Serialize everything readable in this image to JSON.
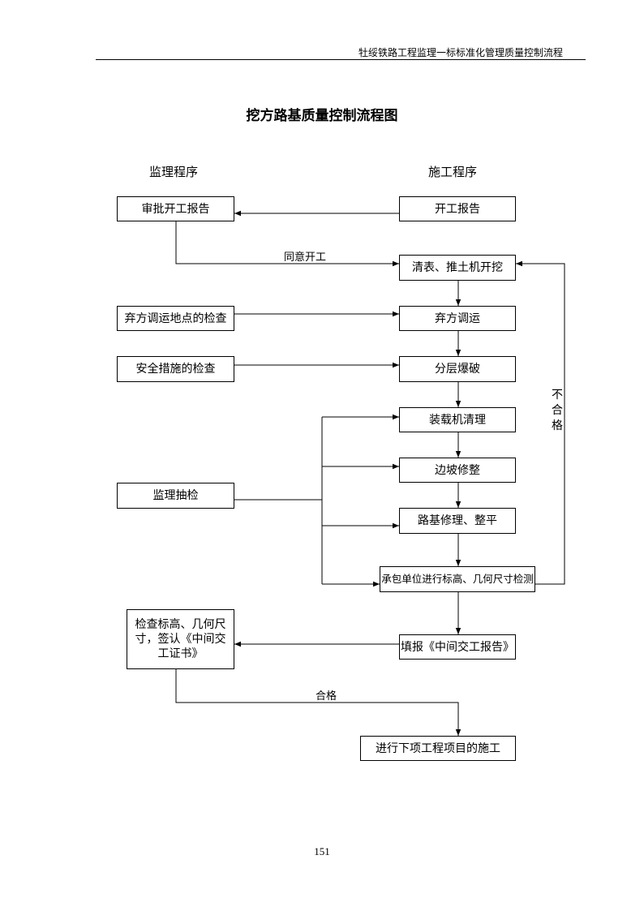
{
  "header": {
    "running_title": "牡绥铁路工程监理一标标准化管理质量控制流程"
  },
  "title": "挖方路基质量控制流程图",
  "columns": {
    "supervision": "监理程序",
    "construction": "施工程序"
  },
  "supervision_boxes": {
    "approve_report": "审批开工报告",
    "spoil_check": "弃方调运地点的检查",
    "safety_check": "安全措施的检查",
    "sampling": "监理抽检",
    "verify_cert": "检查标高、几何尺寸，签认《中间交工证书》"
  },
  "construction_boxes": {
    "start_report": "开工报告",
    "clear_excavate": "清表、推土机开挖",
    "spoil_transport": "弃方调运",
    "blasting": "分层爆破",
    "loader_clear": "装载机清理",
    "slope_trim": "边坡修整",
    "subgrade_level": "路基修理、整平",
    "contractor_inspect": "承包单位进行标高、几何尺寸检测",
    "fill_report": "填报《中间交工报告》",
    "next_item": "进行下项工程项目的施工"
  },
  "flow_labels": {
    "agree_start": "同意开工",
    "fail": "不合格",
    "pass": "合格"
  },
  "page_number": "151"
}
